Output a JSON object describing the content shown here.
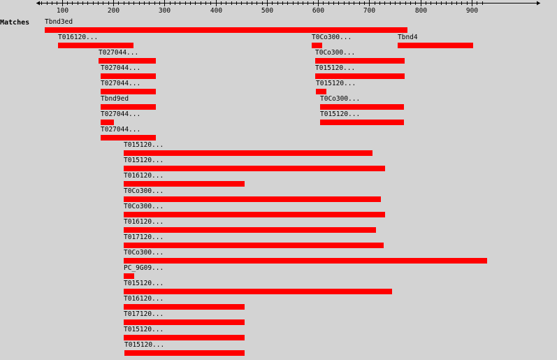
{
  "ruler": {
    "range": [
      50,
      930
    ],
    "ticks": [
      100,
      200,
      300,
      400,
      500,
      600,
      700,
      800,
      900
    ]
  },
  "track": {
    "label": "Matches"
  },
  "colors": {
    "background": "#d3d3d3",
    "bar": "#ff0000",
    "text": "#000000"
  },
  "hits": [
    {
      "label": "Tbnd3ed",
      "start": 66,
      "end": 774,
      "row": 0
    },
    {
      "label": "T016120...",
      "start": 92,
      "end": 240,
      "row": 1
    },
    {
      "label": "T0Co300...",
      "start": 588,
      "end": 608,
      "row": 1
    },
    {
      "label": "Tbnd4",
      "start": 755,
      "end": 902,
      "row": 1
    },
    {
      "label": "T027044...",
      "start": 172,
      "end": 284,
      "row": 2
    },
    {
      "label": "T0Co300...",
      "start": 594,
      "end": 768,
      "row": 2
    },
    {
      "label": "T027044...",
      "start": 176,
      "end": 284,
      "row": 3
    },
    {
      "label": "T015120...",
      "start": 594,
      "end": 768,
      "row": 3
    },
    {
      "label": "T027044...",
      "start": 176,
      "end": 284,
      "row": 4
    },
    {
      "label": "T015120...",
      "start": 596,
      "end": 616,
      "row": 4
    },
    {
      "label": "Tbnd9ed",
      "start": 176,
      "end": 284,
      "row": 5
    },
    {
      "label": "T0Co300...",
      "start": 604,
      "end": 768,
      "row": 5
    },
    {
      "label": "T027044...",
      "start": 176,
      "end": 202,
      "row": 6
    },
    {
      "label": "T015120...",
      "start": 604,
      "end": 768,
      "row": 6
    },
    {
      "label": "T027044...",
      "start": 176,
      "end": 284,
      "row": 7
    },
    {
      "label": "T015120...",
      "start": 220,
      "end": 706,
      "row": 8
    },
    {
      "label": "T015120...",
      "start": 220,
      "end": 730,
      "row": 9
    },
    {
      "label": "T016120...",
      "start": 220,
      "end": 456,
      "row": 10
    },
    {
      "label": "T0Co300...",
      "start": 220,
      "end": 722,
      "row": 11
    },
    {
      "label": "T0Co300...",
      "start": 220,
      "end": 730,
      "row": 12
    },
    {
      "label": "T016120...",
      "start": 220,
      "end": 712,
      "row": 13
    },
    {
      "label": "T017120...",
      "start": 220,
      "end": 728,
      "row": 14
    },
    {
      "label": "T0Co300...",
      "start": 220,
      "end": 930,
      "row": 15
    },
    {
      "label": "PC_9G09...",
      "start": 220,
      "end": 240,
      "row": 16
    },
    {
      "label": "T015120...",
      "start": 220,
      "end": 744,
      "row": 17
    },
    {
      "label": "T016120...",
      "start": 220,
      "end": 456,
      "row": 18
    },
    {
      "label": "T017120...",
      "start": 220,
      "end": 456,
      "row": 19
    },
    {
      "label": "T015120...",
      "start": 220,
      "end": 456,
      "row": 20
    },
    {
      "label": "T015120...",
      "start": 222,
      "end": 456,
      "row": 21
    }
  ]
}
